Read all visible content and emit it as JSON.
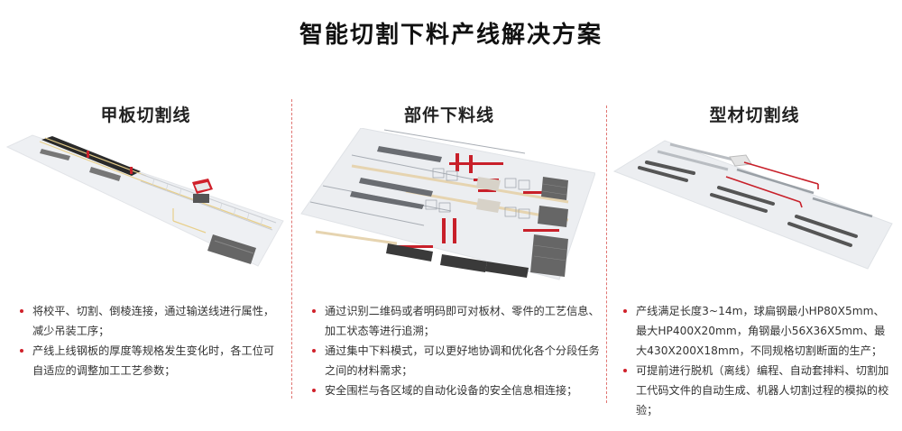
{
  "page": {
    "title": "智能切割下料产线解决方案",
    "accent_color": "#d0202a",
    "divider_color": "#d9534f"
  },
  "columns": [
    {
      "title": "甲板切割线",
      "illustration": "deck-plate-cutting-line-render",
      "bullets": [
        "将校平、切割、倒棱连接，通过输送线进行属性，减少吊装工序；",
        "产线上线钢板的厚度等规格发生变化时，各工位可自适应的调整加工工艺参数；"
      ]
    },
    {
      "title": "部件下料线",
      "illustration": "component-blanking-line-render",
      "bullets": [
        "通过识别二维码或者明码即可对板材、零件的工艺信息、加工状态等进行追溯；",
        "通过集中下料模式，可以更好地协调和优化各个分段任务之间的材料需求；",
        "安全围栏与各区域的自动化设备的安全信息相连接；"
      ]
    },
    {
      "title": "型材切割线",
      "illustration": "profile-cutting-line-render",
      "bullets": [
        "产线满足长度3~14m，球扁钢最小HP80X5mm、最大HP400X20mm，角钢最小56X36X5mm、最大430X200X18mm，不同规格切割断面的生产；",
        "可提前进行脱机（离线）编程、自动套排料、切割加工代码文件的自动生成、机器人切割过程的模拟的校验；"
      ]
    }
  ]
}
